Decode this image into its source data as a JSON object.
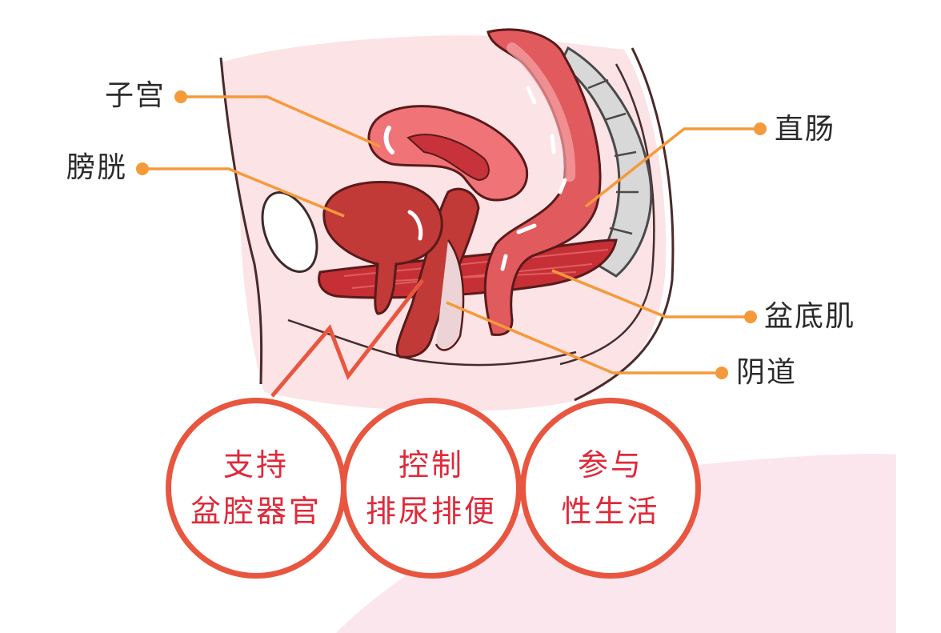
{
  "labels": {
    "uterus": "子宫",
    "bladder": "膀胱",
    "rectum": "直肠",
    "pelvic_floor": "盆底肌",
    "vagina": "阴道"
  },
  "functions": [
    {
      "line1": "支持",
      "line2": "盆腔器官"
    },
    {
      "line1": "控制",
      "line2": "排尿排便"
    },
    {
      "line1": "参与",
      "line2": "性生活"
    }
  ],
  "colors": {
    "leader_line": "#f59a3a",
    "circle_border": "#e8563f",
    "circle_text": "#e0293a",
    "background_pink": "#fbe3ea"
  }
}
